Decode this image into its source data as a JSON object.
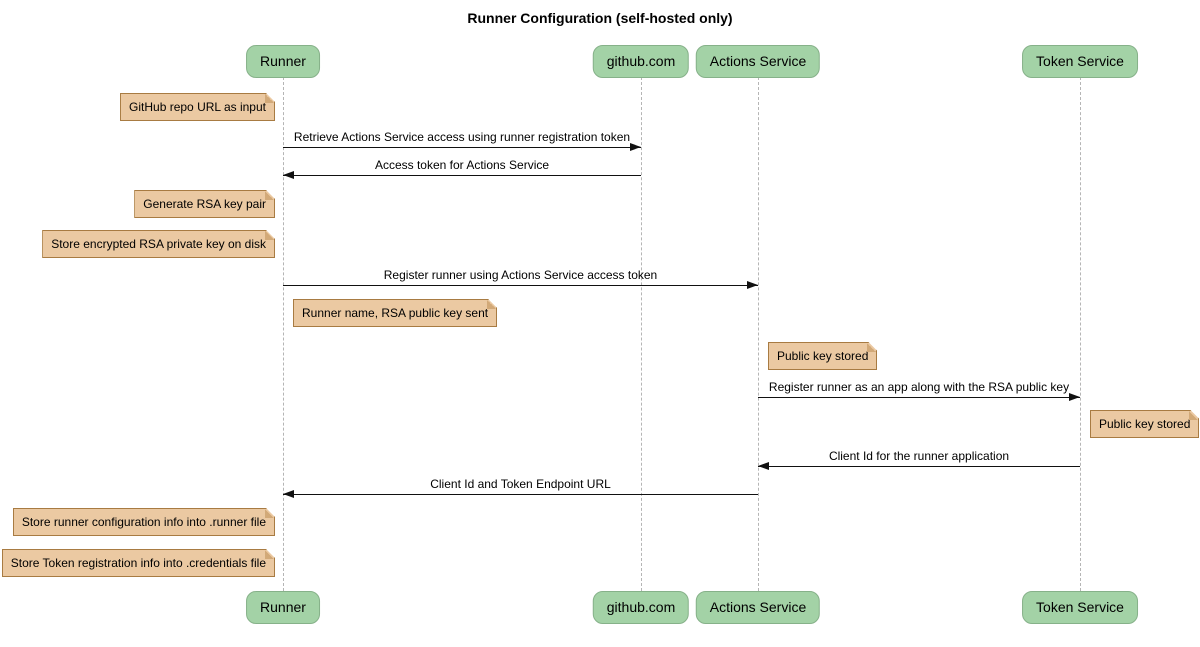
{
  "title": "Runner Configuration (self-hosted only)",
  "participants": [
    {
      "label": "Runner"
    },
    {
      "label": "github.com"
    },
    {
      "label": "Actions Service"
    },
    {
      "label": "Token Service"
    }
  ],
  "messages": [
    {
      "text": "Retrieve Actions Service access using runner registration token",
      "from": "Runner",
      "to": "github.com",
      "direction": "right"
    },
    {
      "text": "Access token for Actions Service",
      "from": "github.com",
      "to": "Runner",
      "direction": "left"
    },
    {
      "text": "Register runner using Actions Service access token",
      "from": "Runner",
      "to": "Actions Service",
      "direction": "right"
    },
    {
      "text": "Register runner as an app along with the RSA public key",
      "from": "Actions Service",
      "to": "Token Service",
      "direction": "right"
    },
    {
      "text": "Client Id for the runner application",
      "from": "Token Service",
      "to": "Actions Service",
      "direction": "left"
    },
    {
      "text": "Client Id and Token Endpoint URL",
      "from": "Actions Service",
      "to": "Runner",
      "direction": "left"
    }
  ],
  "notes": [
    {
      "text": "GitHub repo URL as input",
      "position": "left of Runner"
    },
    {
      "text": "Generate RSA key pair",
      "position": "left of Runner"
    },
    {
      "text": "Store encrypted RSA private key on disk",
      "position": "left of Runner"
    },
    {
      "text": "Runner name, RSA public key sent",
      "position": "right of Runner"
    },
    {
      "text": "Public key stored",
      "position": "right of Actions Service"
    },
    {
      "text": "Public key stored",
      "position": "right of Token Service"
    },
    {
      "text": "Store runner configuration info into .runner file",
      "position": "left of Runner"
    },
    {
      "text": "Store Token registration info into .credentials file",
      "position": "left of Runner"
    }
  ],
  "colors": {
    "participant_fill": "#a3d2a6",
    "participant_border": "#86b189",
    "note_fill": "#ebc9a2",
    "note_border": "#a87b42",
    "lifeline": "#b5b5b5",
    "message": "#111111"
  }
}
